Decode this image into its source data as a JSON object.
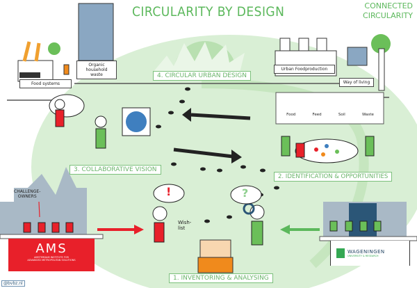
{
  "title": "CIRCULARITY BY DESIGN",
  "corner_label": [
    "CONNECTED",
    "CIRCULARITY"
  ],
  "top_labels": {
    "food_systems": "Food systems",
    "organic_waste": [
      "Organic",
      "household waste"
    ],
    "urban_food": "Urban Foodproduction",
    "way_of_living": "Way of living"
  },
  "steps": {
    "step1": "1. INVENTORING & ANALYSING",
    "step2": "2. IDENTIFICATION & OPPORTUNITIES",
    "step3": "3. COLLABORATIVE VISION",
    "step4": "4. CIRCULAR URBAN DESIGN"
  },
  "identification_icons": [
    "Food",
    "Feed",
    "Soil",
    "Waste"
  ],
  "challenge_owners": [
    "CHALLENGE-",
    "OWNERS"
  ],
  "wish_list": [
    "Wish-",
    "list"
  ],
  "bubble_symbols": {
    "exclamation": "!",
    "question": "?"
  },
  "ams_logo": {
    "mark": "AMS",
    "subtitle": [
      "AMSTERDAM INSTITUTE FOR",
      "ADVANCED METROPOLITAN SOLUTIONS"
    ]
  },
  "wur_logo": {
    "name": "WAGENINGEN",
    "subtitle": "UNIVERSITY & RESEARCH"
  },
  "credit": "@bvbz.nl",
  "colors": {
    "green": "#5cb85c",
    "light_green": "#d9efd5",
    "red": "#e8202a",
    "orange": "#f08a1c",
    "skyline": "#a9b9c6"
  }
}
